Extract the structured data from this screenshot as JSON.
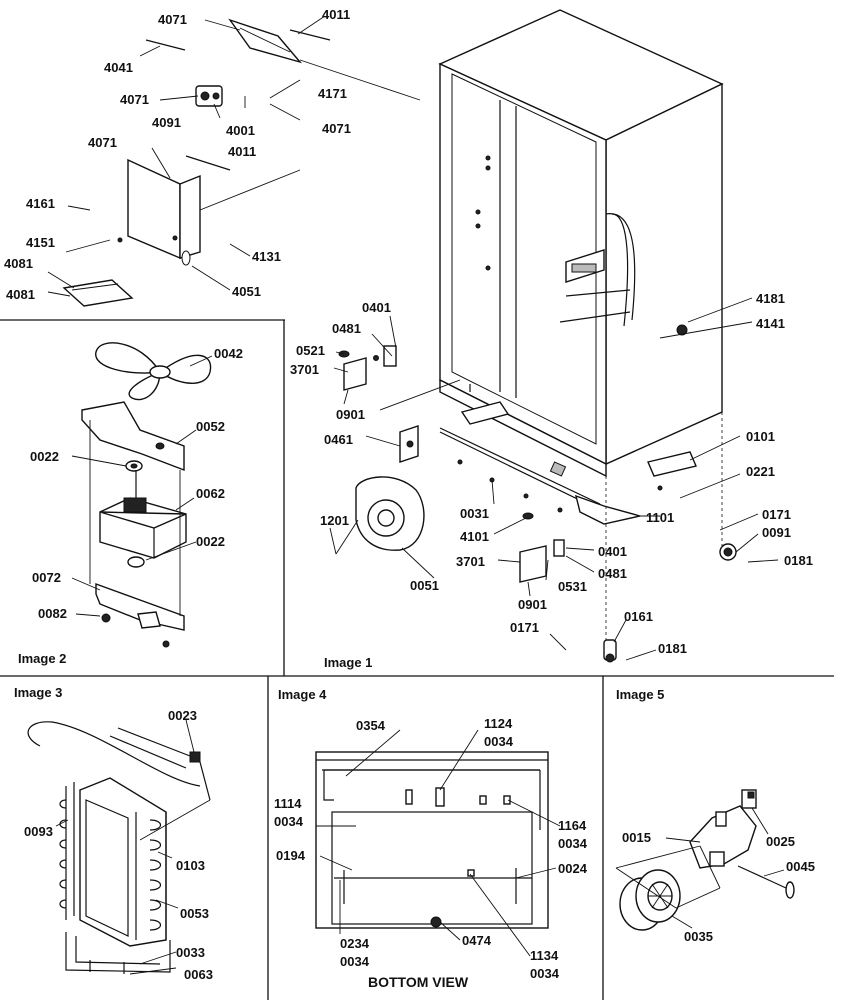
{
  "images": {
    "image1": "Image 1",
    "image2": "Image 2",
    "image3": "Image 3",
    "image4": "Image 4",
    "image5": "Image 5"
  },
  "bottom_view": "BOTTOM VIEW",
  "callouts_top": [
    "4071",
    "4011",
    "4041",
    "4171",
    "4071",
    "4091",
    "4001",
    "4071",
    "4071",
    "4011",
    "4161",
    "4151",
    "4081",
    "4131",
    "4081",
    "4051"
  ],
  "callouts_image1": [
    "0401",
    "0481",
    "0521",
    "3701",
    "0901",
    "0461",
    "4181",
    "4141",
    "0101",
    "0221",
    "0031",
    "1201",
    "4101",
    "3701",
    "0051",
    "0901",
    "0531",
    "1101",
    "0401",
    "0481",
    "0171",
    "0091",
    "0181",
    "0171",
    "0161",
    "0181"
  ],
  "callouts_image2": [
    "0042",
    "0052",
    "0022",
    "0062",
    "0022",
    "0072",
    "0082"
  ],
  "callouts_image3": [
    "0023",
    "0093",
    "0103",
    "0053",
    "0033",
    "0063"
  ],
  "callouts_image4": [
    "0354",
    "1124",
    "0034",
    "1114",
    "0034",
    "1164",
    "0034",
    "0194",
    "0024",
    "0234",
    "0034",
    "0474",
    "1134",
    "0034"
  ],
  "callouts_image5": [
    "0015",
    "0025",
    "0045",
    "0035"
  ]
}
